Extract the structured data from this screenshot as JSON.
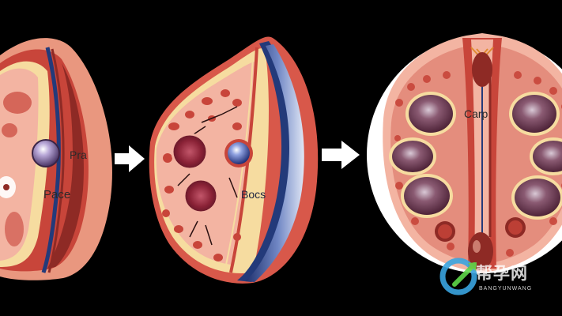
{
  "labels": {
    "panel1_top": "Pra",
    "panel1_bottom": "Pace",
    "panel2": "Bocs",
    "panel3": "Carp"
  },
  "watermark": {
    "main": "帮孕网",
    "sub": "BANGYUNWANG"
  },
  "colors": {
    "background": "#000000",
    "tissue_pink": "#f3b4a2",
    "tissue_red": "#c8453a",
    "dark_red": "#8e2a25",
    "yellow_layer": "#f6dca0",
    "blue_layer": "#233a7a",
    "arrow": "#ffffff"
  }
}
